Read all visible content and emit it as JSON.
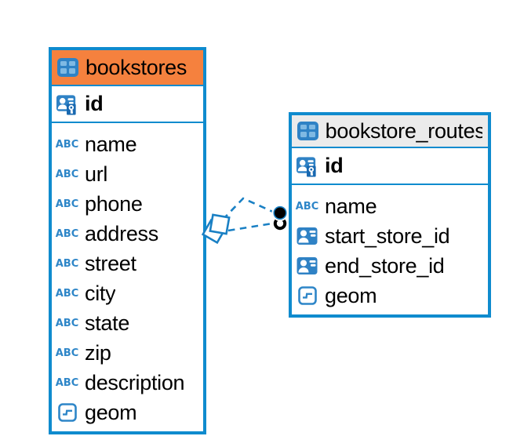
{
  "diagram_type": "entity-relationship",
  "icons": {
    "text_type_label": "ABC"
  },
  "colors": {
    "canvas_bg": "#ffffff",
    "table_border": "#0f8bce",
    "selected_header_bg": "#f5813e",
    "header_bg": "#ebebeb",
    "icon_blue": "#2f82c5",
    "icon_blue_light": "#7fb9e3",
    "key_badge_blue": "#1868b0",
    "relationship_line": "#1a80c4",
    "text": "#000000"
  },
  "tables": [
    {
      "title": "bookstores",
      "selected": true,
      "primary_key": {
        "label": "id",
        "type": "primary-key"
      },
      "columns": [
        {
          "label": "name",
          "type": "text"
        },
        {
          "label": "url",
          "type": "text"
        },
        {
          "label": "phone",
          "type": "text"
        },
        {
          "label": "address",
          "type": "text"
        },
        {
          "label": "street",
          "type": "text"
        },
        {
          "label": "city",
          "type": "text"
        },
        {
          "label": "state",
          "type": "text"
        },
        {
          "label": "zip",
          "type": "text"
        },
        {
          "label": "description",
          "type": "text"
        },
        {
          "label": "geom",
          "type": "geometry"
        }
      ]
    },
    {
      "title": "bookstore_routes",
      "selected": false,
      "primary_key": {
        "label": "id",
        "type": "primary-key"
      },
      "columns": [
        {
          "label": "name",
          "type": "text"
        },
        {
          "label": "start_store_id",
          "type": "foreign-key"
        },
        {
          "label": "end_store_id",
          "type": "foreign-key"
        },
        {
          "label": "geom",
          "type": "geometry"
        }
      ]
    }
  ],
  "relationships": {
    "line_style": "dashed",
    "links": [
      {
        "from_table": "bookstore_routes",
        "to_table": "bookstores",
        "from_marker": "filled-circle",
        "to_marker": "diamond"
      },
      {
        "from_table": "bookstore_routes",
        "to_table": "bookstores",
        "from_marker": "filled-circle",
        "to_marker": "diamond"
      }
    ]
  }
}
